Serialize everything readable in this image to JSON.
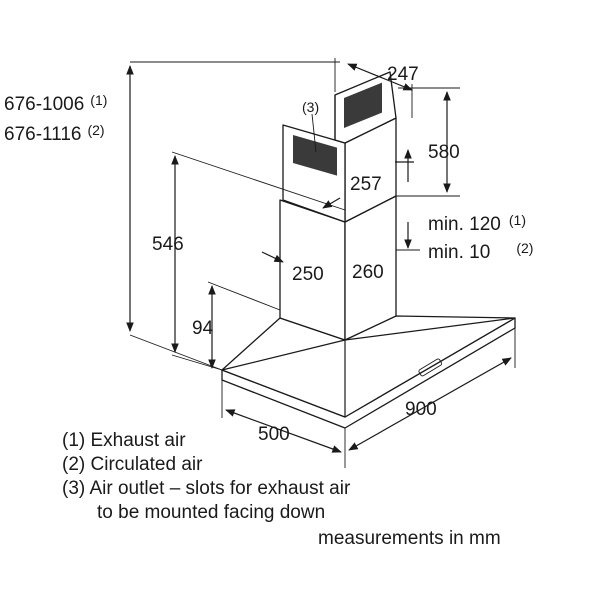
{
  "dimensions": {
    "overall_height_1": "676-1006",
    "overall_height_1_note": "(1)",
    "overall_height_2": "676-1116",
    "overall_height_2_note": "(2)",
    "chimney_height": "546",
    "canopy_height": "94",
    "top_width": "247",
    "outlet_height": "580",
    "chimney_depth_top": "257",
    "min_gap_1": "min. 120",
    "min_gap_1_note": "(1)",
    "min_gap_2": "min. 10",
    "min_gap_2_note": "(2)",
    "chimney_width": "250",
    "chimney_depth": "260",
    "hood_depth": "500",
    "hood_width": "900",
    "outlet_marker": "(3)"
  },
  "legend": {
    "item1": "(1) Exhaust air",
    "item2": "(2) Circulated air",
    "item3_line1": "(3) Air outlet – slots for exhaust air",
    "item3_line2": "to be mounted facing down",
    "units": "measurements in mm"
  }
}
